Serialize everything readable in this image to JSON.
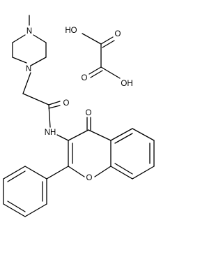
{
  "atoms": {
    "n_piperazine_top": "N",
    "n_piperazine_bottom": "N",
    "o_amide": "O",
    "nh_amide": "NH",
    "o_ketone": "O",
    "o_ring": "O",
    "ho_oxalic_left": "HO",
    "o_oxalic_top": "O",
    "o_oxalic_bottom": "O",
    "oh_oxalic_right": "OH"
  }
}
